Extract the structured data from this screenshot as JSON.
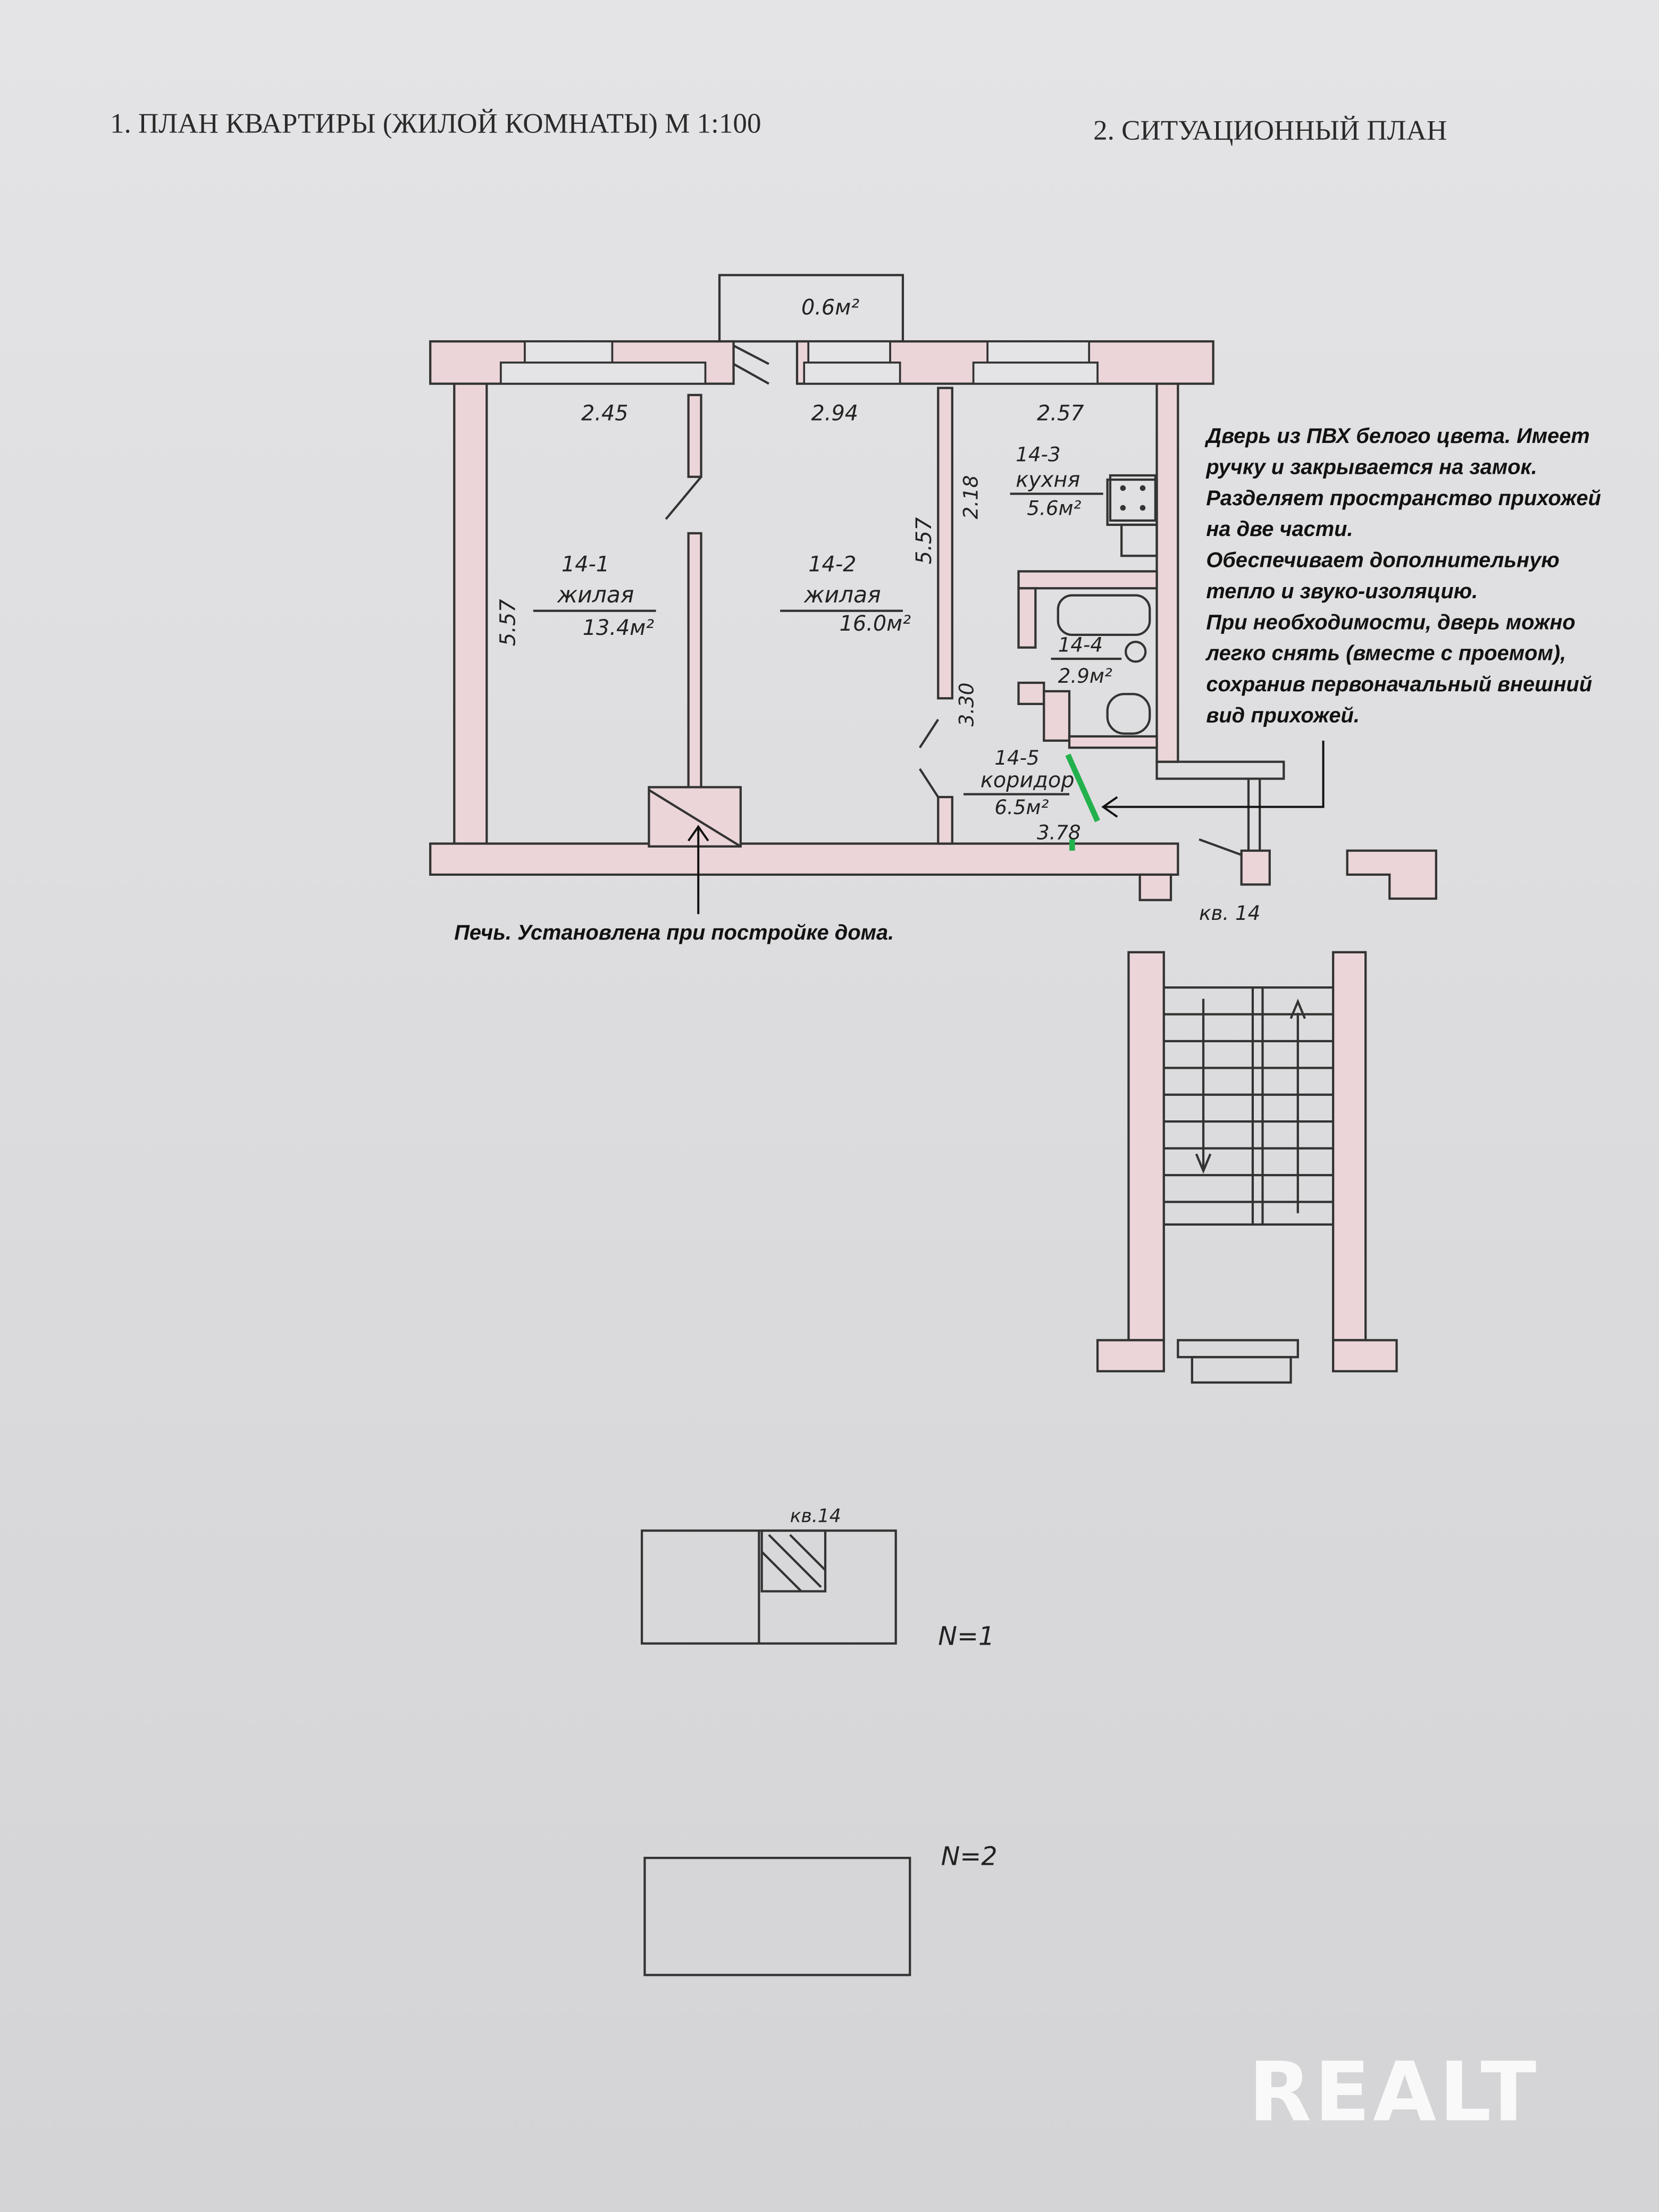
{
  "headers": {
    "left_title": "1. ПЛАН КВАРТИРЫ (ЖИЛОЙ КОМНАТЫ)  М 1:100",
    "right_title": "2. СИТУАЦИОННЫЙ ПЛАН"
  },
  "floor_plan": {
    "balcony_area": "0.6м²",
    "dimensions": {
      "d1": "2.45",
      "d2": "2.94",
      "d3": "2.57",
      "left_h": "5.57",
      "mid_h": "5.57",
      "kitchen_h": "2.18",
      "corr_h": "3.30",
      "corr_w": "3.78"
    },
    "rooms": [
      {
        "id": "14-1",
        "name": "жилая",
        "area": "13.4м²"
      },
      {
        "id": "14-2",
        "name": "жилая",
        "area": "16.0м²"
      },
      {
        "id": "14-3",
        "name": "кухня",
        "area": "5.6м²"
      },
      {
        "id": "14-4",
        "name": "",
        "area": "2.9м²"
      },
      {
        "id": "14-5",
        "name": "коридор",
        "area": "6.5м²"
      }
    ],
    "apartment_label": "кв. 14"
  },
  "annotations": {
    "door_note": [
      "Дверь  из ПВХ белого цвета. Имеет",
      "ручку и закрывается на замок.",
      "Разделяет пространство прихожей",
      "на две части.",
      "Обеспечивает дополнительную",
      "тепло и звуко-изоляцию.",
      "При необходимости, дверь можно",
      "легко снять (вместе с проемом),",
      "сохранив первоначальный внешний",
      "вид прихожей."
    ],
    "stove_note": "Печь. Установлена при постройке дома.",
    "door_color": "#22b14c"
  },
  "site_plan": {
    "n1_apartment": "кв.14",
    "n1_label": "N=1",
    "n2_label": "N=2"
  },
  "watermark": "REALT"
}
